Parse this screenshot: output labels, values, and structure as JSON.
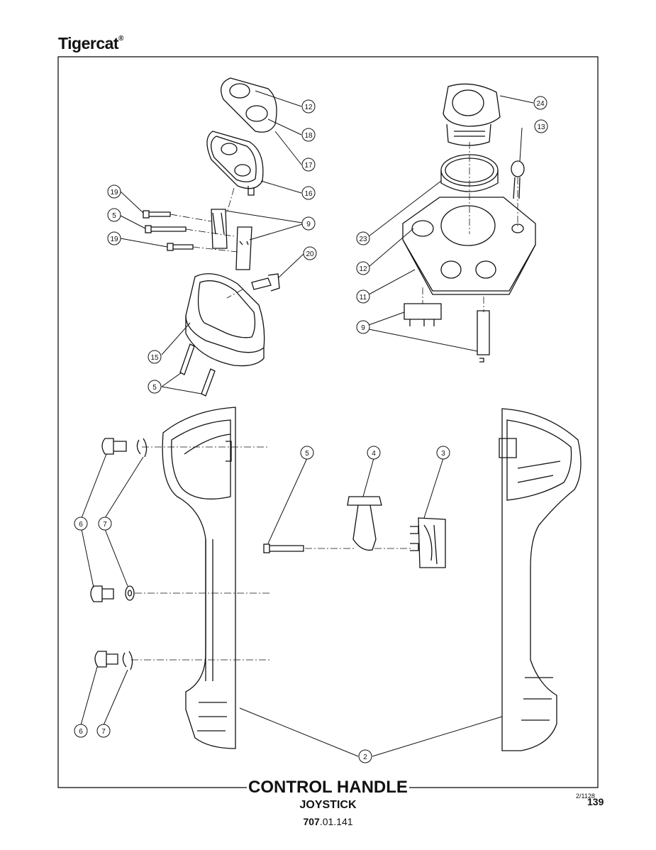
{
  "header": {
    "brand": "Tigercat",
    "brand_mark": "®"
  },
  "footer": {
    "title": "CONTROL HANDLE",
    "subtitle": "JOYSTICK",
    "part_prefix": "707",
    "part_suffix": ".01.141",
    "revision": "2/1128",
    "page": "139"
  },
  "callouts": {
    "c12a": "12",
    "c18": "18",
    "c17": "17",
    "c16": "16",
    "c19a": "19",
    "c5a": "5",
    "c19b": "19",
    "c9a": "9",
    "c20": "20",
    "c15": "15",
    "c5b": "5",
    "c24": "24",
    "c13": "13",
    "c23": "23",
    "c12b": "12",
    "c11": "11",
    "c9b": "9",
    "c5c": "5",
    "c4": "4",
    "c3": "3",
    "c6a": "6",
    "c7a": "7",
    "c6b": "6",
    "c7b": "7",
    "c2": "2"
  }
}
